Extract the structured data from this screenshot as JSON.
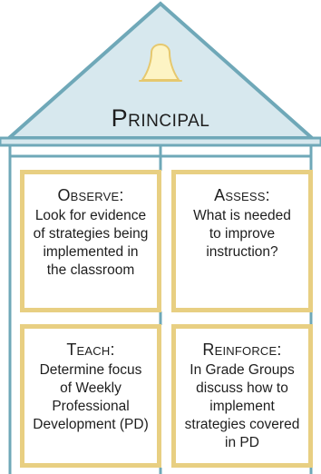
{
  "header": {
    "title": "Principal",
    "icon": "bell-icon"
  },
  "colors": {
    "roof_fill": "#d7e8ee",
    "roof_stroke": "#6fa8b8",
    "card_border": "#e8cf82",
    "bell_fill": "#fdf4c4",
    "bell_stroke": "#e6c86e"
  },
  "cards": [
    {
      "title": "Observe:",
      "lines": [
        "Look for evidence",
        "of strategies being",
        "implemented in",
        "the classroom"
      ]
    },
    {
      "title": "Assess:",
      "lines": [
        "What is needed",
        "to improve",
        "instruction?"
      ]
    },
    {
      "title": "Teach:",
      "lines": [
        "Determine focus",
        "of Weekly",
        "Professional",
        "Development (PD)"
      ]
    },
    {
      "title": "Reinforce:",
      "lines": [
        "In Grade Groups",
        "discuss how to",
        "implement",
        "strategies covered",
        "in PD"
      ]
    }
  ]
}
